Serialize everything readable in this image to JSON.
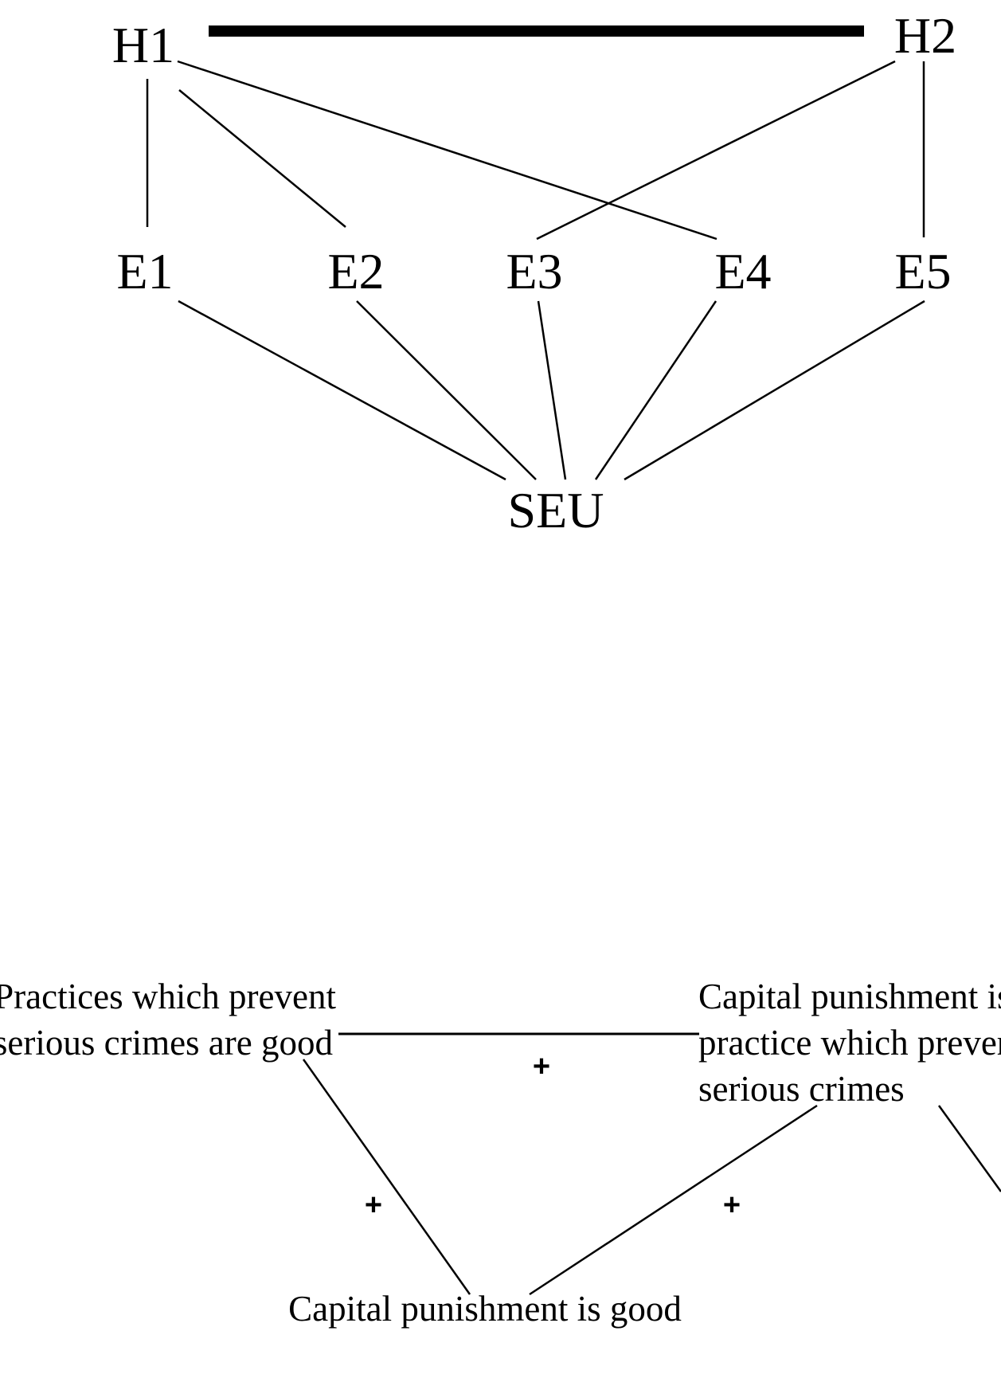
{
  "top_diagram": {
    "hypotheses": [
      "H1",
      "H2"
    ],
    "evidence": [
      "E1",
      "E2",
      "E3",
      "E4",
      "E5"
    ],
    "sink": "SEU",
    "edges": [
      [
        "H1",
        "H2",
        "thick"
      ],
      [
        "H1",
        "E1"
      ],
      [
        "H1",
        "E2"
      ],
      [
        "H1",
        "E4"
      ],
      [
        "H2",
        "E3"
      ],
      [
        "H2",
        "E5"
      ],
      [
        "E1",
        "SEU"
      ],
      [
        "E2",
        "SEU"
      ],
      [
        "E3",
        "SEU"
      ],
      [
        "E4",
        "SEU"
      ],
      [
        "E5",
        "SEU"
      ]
    ]
  },
  "bottom_diagram": {
    "left_node": [
      "Practices which prevent",
      "serious crimes are good"
    ],
    "right_node": [
      "Capital punishment is a",
      "practice which prevents",
      "serious crimes"
    ],
    "bottom_node": "Capital punishment is good",
    "signs": {
      "top": "+",
      "left": "+",
      "right": "+"
    }
  }
}
